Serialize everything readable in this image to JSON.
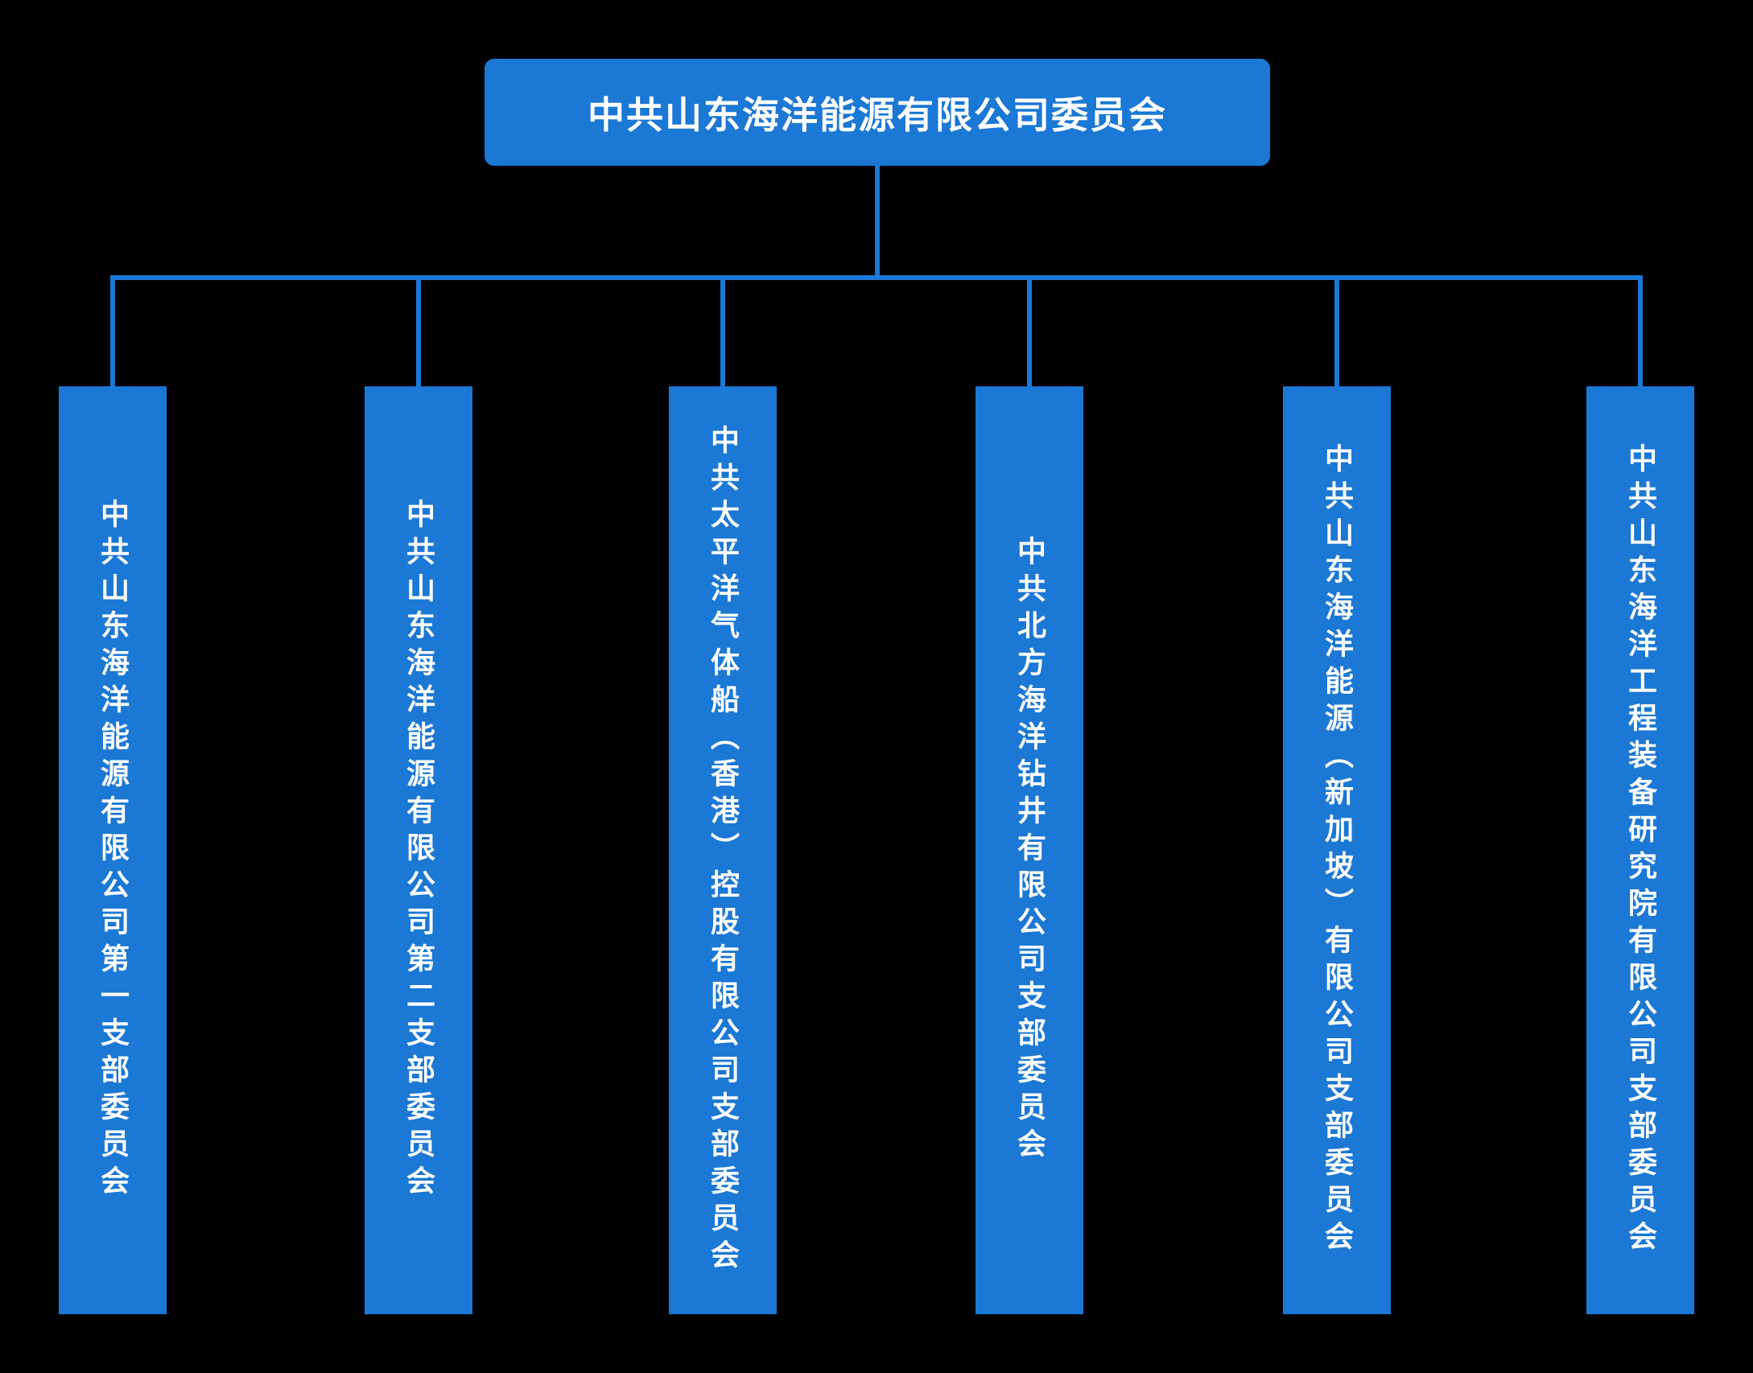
{
  "colors": {
    "background": "#000000",
    "node_fill": "#1b78d4",
    "connector": "#1b78d4",
    "node_text": "#ffffff"
  },
  "root": {
    "label": "中共山东海洋能源有限公司委员会"
  },
  "children": [
    {
      "label": "中共山东海洋能源有限公司第一支部委员会"
    },
    {
      "label": "中共山东海洋能源有限公司第二支部委员会"
    },
    {
      "label": "中共太平洋气体船（香港）控股有限公司支部委员会"
    },
    {
      "label": "中共北方海洋钻井有限公司支部委员会"
    },
    {
      "label": "中共山东海洋能源（新加坡）有限公司支部委员会"
    },
    {
      "label": "中共山东海洋工程装备研究院有限公司支部委员会"
    }
  ]
}
